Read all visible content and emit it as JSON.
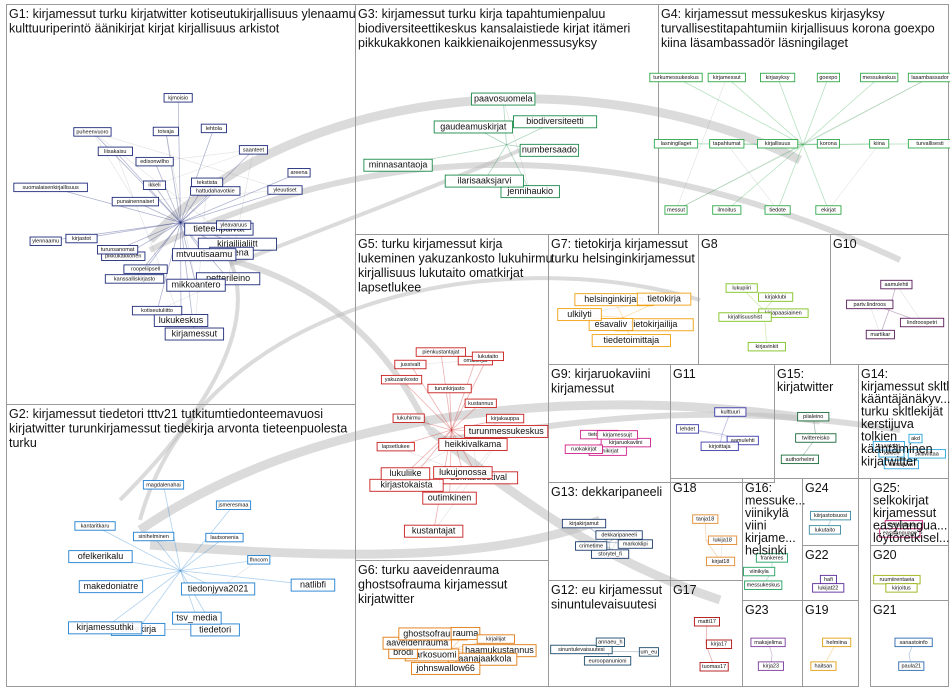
{
  "groups": [
    {
      "id": "G1",
      "color": "#1f2b7a",
      "lines": [
        "G1: kirjamessut turku kirjatwitter kotiseutukirjallisuus ylenaamu",
        "kulttuuriperintö äänikirjat kirjat kirjallisuus arkistot"
      ]
    },
    {
      "id": "G2",
      "color": "#1e7fd0",
      "lines": [
        "G2: kirjamessut tiedetori tttv21 tutkitumtiedonteemavuosi",
        "kirjatwitter turunkirjamessut tiedekirja arvonta tieteenpuolesta",
        "turku"
      ]
    },
    {
      "id": "G3",
      "color": "#1a8a4a",
      "lines": [
        "G3: kirjamessut turku kirja tapahtumienpaluu",
        "biodiversiteettikeskus kansalaistiede kirjat itämeri",
        "pikkukakkonen kaikkienaikojenmessusyksy"
      ]
    },
    {
      "id": "G4",
      "color": "#2fa84a",
      "lines": [
        "G4: kirjamessut messukeskus kirjasyksy",
        "turvallisestitapahtumiin kirjallisuus korona goexpo",
        "kiina läsambassadör läsningilaget"
      ]
    },
    {
      "id": "G5",
      "color": "#c81e1e",
      "lines": [
        "G5: turku kirjamessut kirja",
        "lukeminen yakuzankosto lukuhirmu",
        "kirjallisuus lukutaito omatkirjat",
        "lapsetlukee"
      ]
    },
    {
      "id": "G6",
      "color": "#e07a10",
      "lines": [
        "G6: turku aaveidenrauma",
        "ghostsofrauma kirjamessut",
        "kirjatwitter"
      ]
    },
    {
      "id": "G7",
      "color": "#f0a010",
      "lines": [
        "G7: tietokirja kirjamessut",
        "turku helsinginkirjamessut"
      ]
    },
    {
      "id": "G8",
      "color": "#7dc21e",
      "lines": [
        "G8"
      ]
    },
    {
      "id": "G9",
      "color": "#d0208a",
      "lines": [
        "G9: kirjaruokaviini",
        "kirjamessut"
      ]
    },
    {
      "id": "G10",
      "color": "#5a1a5a",
      "lines": [
        "G10"
      ]
    },
    {
      "id": "G11",
      "color": "#3a3aa8",
      "lines": [
        "G11"
      ]
    },
    {
      "id": "G12",
      "color": "#1a4a6a",
      "lines": [
        "G12: eu kirjamessut",
        "sinuntulevaisuutesi"
      ]
    },
    {
      "id": "G13",
      "color": "#1a3a6a",
      "lines": [
        "G13: dekkaripaneeli"
      ]
    },
    {
      "id": "G14",
      "color": "#2aa8e0",
      "lines": [
        "G14:",
        "kirjamessut skltl",
        "kääntäjänäkyv...",
        "turku skltlekijät",
        "kerstijuva",
        "tolkien",
        "kääntäminen",
        "kirjatwitter"
      ]
    },
    {
      "id": "G15",
      "color": "#1a6a3a",
      "lines": [
        "G15:",
        "kirjatwitter"
      ]
    },
    {
      "id": "G16",
      "color": "#20a060",
      "lines": [
        "G16:",
        "messuke...",
        "viinikylä",
        "viini",
        "kirjame...",
        "helsinki"
      ]
    },
    {
      "id": "G17",
      "color": "#b01010",
      "lines": [
        "G17"
      ]
    },
    {
      "id": "G18",
      "color": "#e08a30",
      "lines": [
        "G18"
      ]
    },
    {
      "id": "G19",
      "color": "#e0a010",
      "lines": [
        "G19"
      ]
    },
    {
      "id": "G20",
      "color": "#9ab010",
      "lines": [
        "G20"
      ]
    },
    {
      "id": "G21",
      "color": "#2a6ab0",
      "lines": [
        "G21"
      ]
    },
    {
      "id": "G22",
      "color": "#5a2a9a",
      "lines": [
        "G22"
      ]
    },
    {
      "id": "G23",
      "color": "#7a3a9a",
      "lines": [
        "G23"
      ]
    },
    {
      "id": "G24",
      "color": "#3a8aa0",
      "lines": [
        "G24"
      ]
    },
    {
      "id": "G25",
      "color": "#c01a6a",
      "lines": [
        "G25:",
        "selkokirjat",
        "kirjamessut",
        "easylangua...",
        "löytöretkisel..."
      ]
    }
  ],
  "nodes": {
    "G1": [
      "tieteenpaivat",
      "kirjailijaliitt",
      "ylearena",
      "mtvuutisaamu",
      "petterileino",
      "mikkoantero",
      "kirjamessut",
      "lukukeskus",
      "kotiseutuliitto",
      "kanssalliskirjasto",
      "roopeliipsell",
      "pikkukakkonen",
      "turunsanomat",
      "kirjastot",
      "ylennaamu",
      "suomalaisenkirjallisuus",
      "punainennaiset",
      "puheenvuoro",
      "liisakaisu",
      "ikkeli",
      "edisonwilho",
      "toivaja",
      "kjmoisio",
      "lehtola",
      "tekstista",
      "saanteet",
      "hattudahavotkie",
      "yleuutiset",
      "areena",
      "yleavaruus"
    ],
    "G2": [
      "natlibfi",
      "tiedonjyva2021",
      "tiedetori",
      "tsv_media",
      "tiedekirja",
      "kirjamessuthki",
      "makedoniatre",
      "ofelkerikalu",
      "kantaritkaru",
      "sinihelminen",
      "magdalenahai",
      "jsmeresmaa",
      "lautsonenia",
      "fhncom"
    ],
    "G3": [
      "numbersaado",
      "jennihaukio",
      "ilarisaaksjarvi",
      "minnasantaoja",
      "gaudeamuskirjat",
      "paavosuomela",
      "biodiversiteetti"
    ],
    "G4": [
      "turkumessukeskus",
      "kirjamessut",
      "kirjasyksy",
      "goexpo",
      "messukeskus",
      "lasambassador",
      "lasningilaget",
      "tapahtumat",
      "kirjallisuus",
      "korona",
      "kiina",
      "turvallisesti",
      "messut",
      "ilmoitus",
      "tiedote",
      "ekirjat"
    ],
    "G5": [
      "turunmessukeskus",
      "heikkivalkama",
      "dekkarifestival",
      "lukujonossa",
      "outimkinen",
      "kustantajat",
      "kirjastokaista",
      "lukuliike",
      "lapsetlukee",
      "lukuhirmu",
      "yakuzankosto",
      "jussivalt",
      "pienkustantajat",
      "turunkirjasto",
      "omatkirjat",
      "lukutaito",
      "kustannus",
      "kirjakauppa"
    ],
    "G6": [
      "haamukustannus",
      "saanajaakkola",
      "johnswallow66",
      "markosuomi",
      "brodi",
      "aaveidenrauma",
      "ghostsofrauma",
      "rauma",
      "kirjailijat"
    ],
    "G7": [
      "tietokirjailija",
      "tiedetoimittaja",
      "esavaliv",
      "ulkilyti",
      "helsinginkirjam",
      "tietokirja"
    ],
    "G8": [
      "kirjapaasiainen",
      "kirjavinkit",
      "kirjallisuushist",
      "lukupiiri",
      "kirjaklubi"
    ],
    "G9": [
      "kirjaruokaviini",
      "viinikirjat",
      "ruokakirjat",
      "tietokirjat",
      "kirjamessujt"
    ],
    "G10": [
      "lindroospetri",
      "martikar",
      "partv.lindroos",
      "aamulehti"
    ],
    "G11": [
      "aamulehti",
      "kirjoittaja",
      "lehdet",
      "kulttuuri"
    ],
    "G12": [
      "um_eu",
      "euroopanunioni",
      "sinuntulevaisuutesi",
      "annaeu_h"
    ],
    "G13": [
      "markoklipi",
      "storytel_fi",
      "crimetime",
      "kirjakirjamut",
      "dekkaripaneeli"
    ],
    "G14": [
      "skltlwittaa",
      "kerstijuva",
      "tolkien",
      "kaantajat",
      "akd"
    ],
    "G15": [
      "piialeino",
      "twittereisko",
      "authorhelmi"
    ],
    "G16": [
      "frankeres",
      "viinikyla",
      "messukeskus"
    ],
    "G17": [
      "matti17",
      "kirja17",
      "tuomas17"
    ],
    "G18": [
      "tanja18",
      "lukija18",
      "kirjat18"
    ],
    "G19": [
      "helmiina",
      "haitsan"
    ],
    "G20": [
      "ruumiirentaeia",
      "kirjoitus"
    ],
    "G21": [
      "sanastoinfo",
      "paula21"
    ],
    "G22": [
      "hafi",
      "lukijat22"
    ],
    "G23": [
      "maksjelima",
      "kirja23"
    ],
    "G24": [
      "kiirjastotsuosi",
      "lukutaito"
    ],
    "G25": [
      "selkokeskus",
      "easylanguage"
    ]
  }
}
